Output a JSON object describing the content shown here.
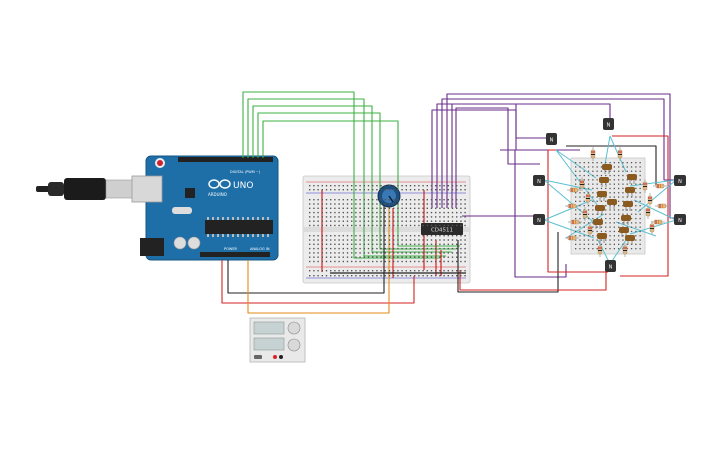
{
  "arduino": {
    "brand": "ARDUINO",
    "model": "UNO",
    "digital_label": "DIGITAL (PWM ~)",
    "power_label": "POWER",
    "analog_label": "ANALOG IN"
  },
  "ic": {
    "label": "CD4511"
  },
  "transistors": {
    "labels": [
      "N",
      "N",
      "N",
      "N",
      "N",
      "N"
    ]
  },
  "colors": {
    "wire_green": "#3cb043",
    "wire_purple": "#6a2c8a",
    "wire_red": "#d32222",
    "wire_black": "#222222",
    "wire_orange": "#e38a1a",
    "wire_cyan": "#5bc0d0",
    "board_blue": "#1e6fa8",
    "led_brown": "#8a5a1e"
  }
}
